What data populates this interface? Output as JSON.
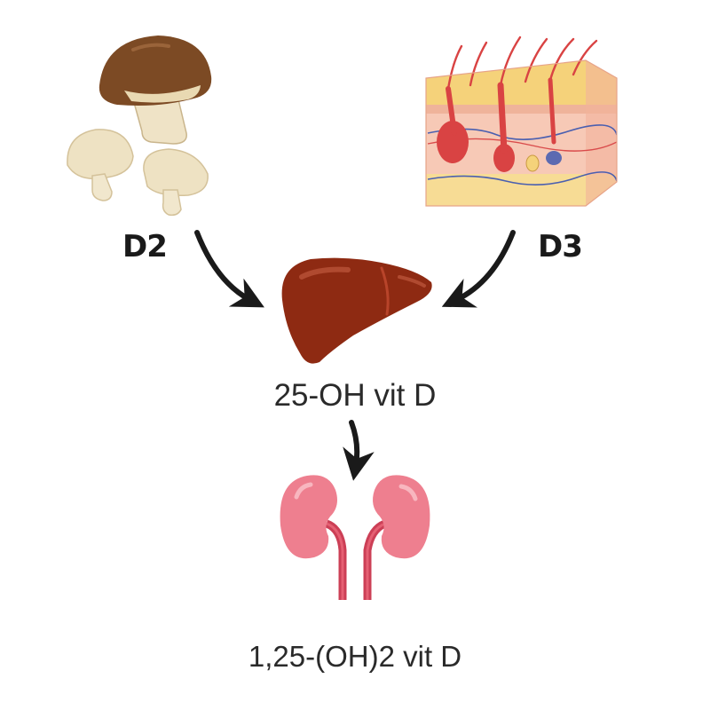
{
  "labels": {
    "d2": "D2",
    "d3": "D3",
    "intermediate": "25-OH vit D",
    "active": "1,25-(OH)2 vit D"
  },
  "icons": {
    "source_d2": "mushrooms-icon",
    "source_d3": "skin-cross-section-icon",
    "organ_1": "liver-icon",
    "organ_2": "kidneys-icon"
  },
  "colors": {
    "liver": "#8e2a12",
    "kidney": "#ee7f8f",
    "arrow": "#1a1a1a",
    "mushroom_cap": "#7c4a24"
  }
}
